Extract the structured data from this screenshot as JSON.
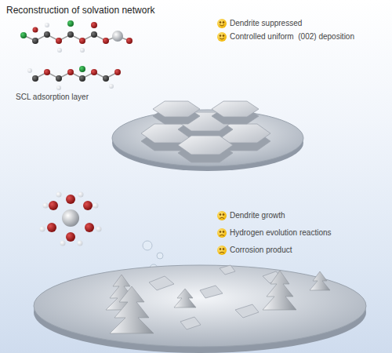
{
  "diagram": {
    "title": "Reconstruction of solvation network",
    "labels": [
      "SCL adsorption layer",
      "Dendrite suppressed",
      "Controlled uniform  (002) deposition",
      "Dendrite growth",
      "Hydrogen evolution reactions",
      "Corrosion product"
    ]
  }
}
